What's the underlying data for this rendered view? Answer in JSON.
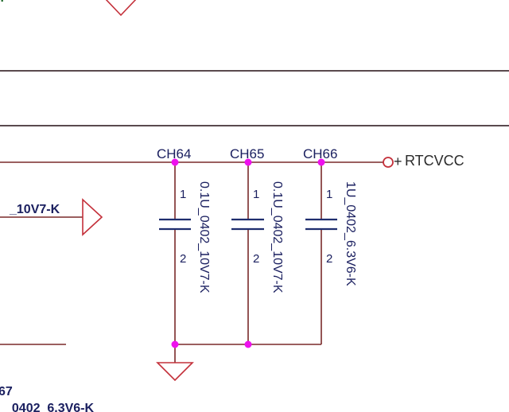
{
  "schematic": {
    "top_fragment_text": "..",
    "net_label": "RTCVCC",
    "net_prefix": "+",
    "left_value_fragment": "_10V7-K",
    "bottom_ref_fragment": "67",
    "bottom_value_fragment": "_0402_6.3V6-K",
    "capacitors": [
      {
        "ref": "CH64",
        "value": "0.1U_0402_10V7-K",
        "pin1": "1",
        "pin2": "2"
      },
      {
        "ref": "CH65",
        "value": "0.1U_0402_10V7-K",
        "pin1": "1",
        "pin2": "2"
      },
      {
        "ref": "CH66",
        "value": "1U_0402_6.3V6-K",
        "pin1": "1",
        "pin2": "2"
      }
    ],
    "colors": {
      "wire": "#7a2a2a",
      "ground_symbol": "#c4303a",
      "junction": "#ee11ee",
      "component": "#1f2e6e",
      "text": "#1b2060"
    }
  }
}
